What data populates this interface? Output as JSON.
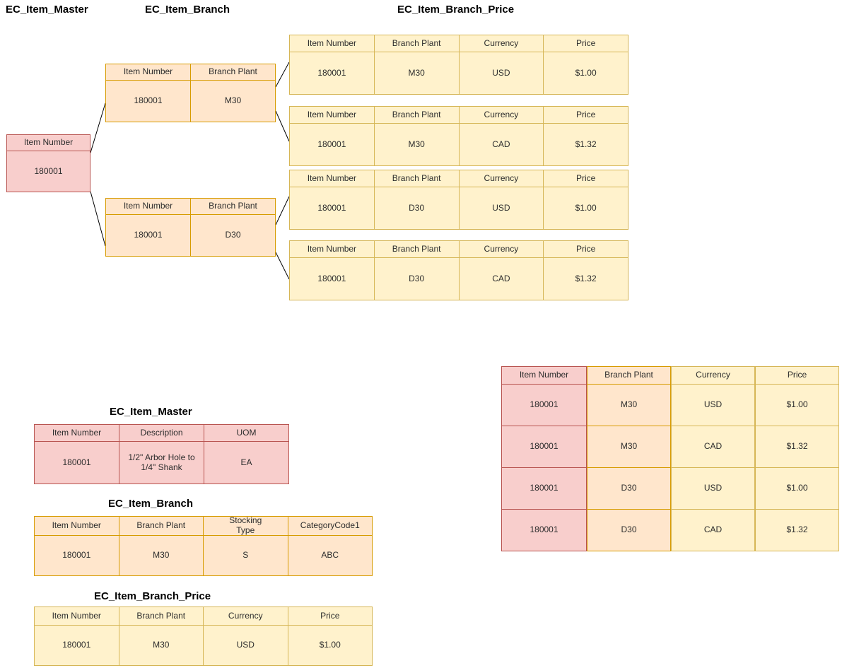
{
  "colors": {
    "pink_fill": "#F8CECC",
    "pink_stroke": "#B85450",
    "orange_fill": "#FFE6CC",
    "orange_stroke": "#D79B00",
    "yellow_fill": "#FFF2CC",
    "yellow_stroke": "#D6B656",
    "connector": "#000000"
  },
  "section_titles": {
    "flow_master": "EC_Item_Master",
    "flow_branch": "EC_Item_Branch",
    "flow_branch_price": "EC_Item_Branch_Price",
    "detail_master": "EC_Item_Master",
    "detail_branch": "EC_Item_Branch",
    "detail_branch_price": "EC_Item_Branch_Price"
  },
  "flow": {
    "master_node": {
      "headers": [
        "Item Number"
      ],
      "row": [
        "180001"
      ]
    },
    "branch_nodes": [
      {
        "headers": [
          "Item Number",
          "Branch Plant"
        ],
        "row": [
          "180001",
          "M30"
        ]
      },
      {
        "headers": [
          "Item Number",
          "Branch Plant"
        ],
        "row": [
          "180001",
          "D30"
        ]
      }
    ],
    "price_nodes": [
      {
        "headers": [
          "Item Number",
          "Branch Plant",
          "Currency",
          "Price"
        ],
        "row": [
          "180001",
          "M30",
          "USD",
          "$1.00"
        ]
      },
      {
        "headers": [
          "Item Number",
          "Branch Plant",
          "Currency",
          "Price"
        ],
        "row": [
          "180001",
          "M30",
          "CAD",
          "$1.32"
        ]
      },
      {
        "headers": [
          "Item Number",
          "Branch Plant",
          "Currency",
          "Price"
        ],
        "row": [
          "180001",
          "D30",
          "USD",
          "$1.00"
        ]
      },
      {
        "headers": [
          "Item Number",
          "Branch Plant",
          "Currency",
          "Price"
        ],
        "row": [
          "180001",
          "D30",
          "CAD",
          "$1.32"
        ]
      }
    ]
  },
  "detail_tables": {
    "master": {
      "headers": [
        "Item Number",
        "Description",
        "UOM"
      ],
      "row": [
        "180001",
        "1/2\" Arbor Hole to 1/4\" Shank",
        "EA"
      ]
    },
    "branch": {
      "headers": [
        "Item Number",
        "Branch Plant",
        "Stocking Type",
        "CategoryCode1"
      ],
      "row": [
        "180001",
        "M30",
        "S",
        "ABC"
      ]
    },
    "price": {
      "headers": [
        "Item Number",
        "Branch Plant",
        "Currency",
        "Price"
      ],
      "row": [
        "180001",
        "M30",
        "USD",
        "$1.00"
      ]
    }
  },
  "combined_table": {
    "headers": [
      "Item Number",
      "Branch Plant",
      "Currency",
      "Price"
    ],
    "rows": [
      [
        "180001",
        "M30",
        "USD",
        "$1.00"
      ],
      [
        "180001",
        "M30",
        "CAD",
        "$1.32"
      ],
      [
        "180001",
        "D30",
        "USD",
        "$1.00"
      ],
      [
        "180001",
        "D30",
        "CAD",
        "$1.32"
      ]
    ]
  }
}
